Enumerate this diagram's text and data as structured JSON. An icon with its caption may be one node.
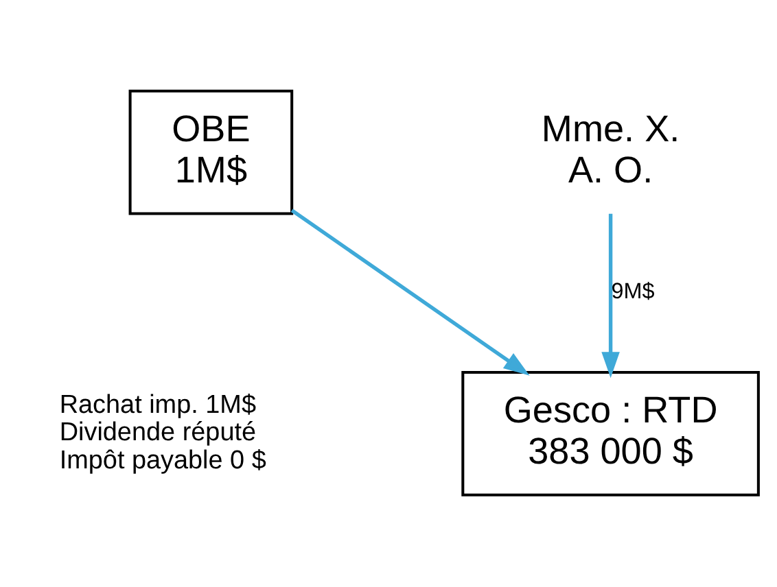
{
  "diagram": {
    "nodes": [
      {
        "text": [
          "OBE 1M$"
        ]
      },
      {
        "text": [
          "Mme. X.",
          "A. O."
        ]
      },
      {
        "text": [
          "Gesco : RTD 383 000 $"
        ]
      }
    ],
    "edges": [
      {
        "from": 0,
        "to": 2,
        "arrow": "to"
      },
      {
        "from": 1,
        "to": 2,
        "arrow": "to",
        "label": "9M$"
      }
    ],
    "labels": [
      "Rachat imp. 1M$",
      "Dividende réputé",
      "Impôt payable 0 $"
    ]
  }
}
